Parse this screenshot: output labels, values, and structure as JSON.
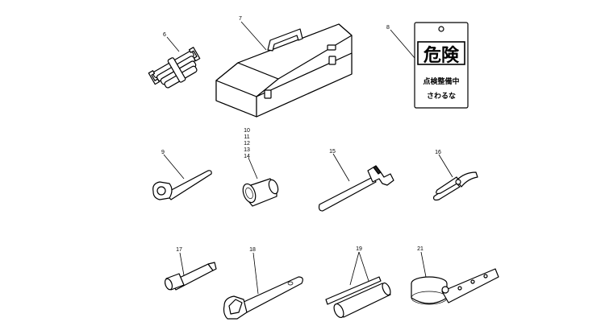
{
  "callouts": {
    "n6": "6",
    "n7": "7",
    "n8": "8",
    "n9": "9",
    "n10": "10",
    "n11": "11",
    "n12": "12",
    "n13": "13",
    "n14": "14",
    "n15": "15",
    "n16": "16",
    "n17": "17",
    "n18": "18",
    "n19": "19",
    "n21": "21"
  },
  "sign": {
    "title": "危険",
    "line1": "点検整備中",
    "line2": "さわるな"
  },
  "colors": {
    "line": "#000000",
    "background": "#ffffff"
  }
}
